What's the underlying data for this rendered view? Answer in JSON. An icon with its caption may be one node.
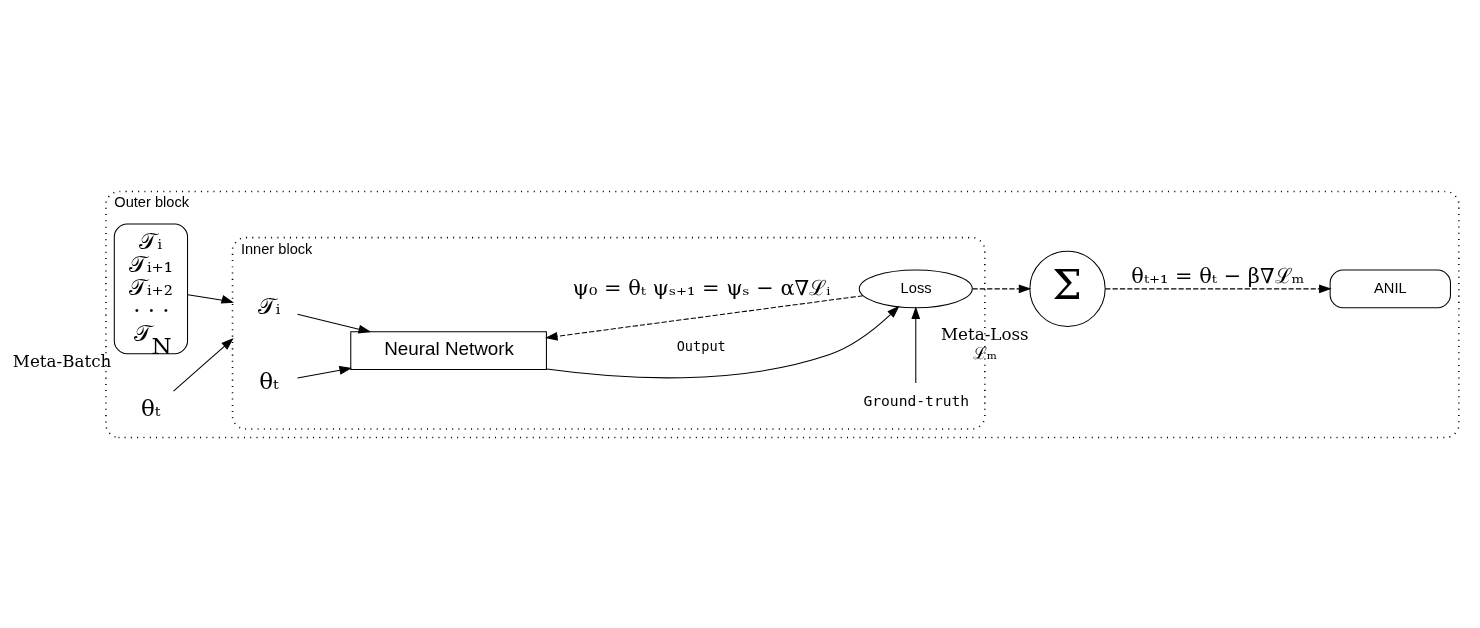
{
  "diagram": {
    "nodes": [
      {
        "text": [
          "Outer block"
        ]
      },
      {
        "text": [
          "𝒯ᵢ",
          "𝒯ᵢ₊₁",
          "𝒯ᵢ₊₂",
          "· · ·",
          "𝒯$_{N}$"
        ],
        "in": 0,
        "beside": [
          "Meta-Batch"
        ]
      },
      {
        "text": [
          "θₜ"
        ],
        "in": 0
      },
      {
        "text": [
          "Inner block"
        ],
        "in": 0
      },
      {
        "text": [
          "𝒯ᵢ"
        ],
        "in": 3
      },
      {
        "text": [
          "θₜ"
        ],
        "in": 3
      },
      {
        "text": [
          "Neural Network"
        ],
        "in": 3
      },
      {
        "text": [
          "Loss"
        ],
        "in": 3
      },
      {
        "text": [
          "Ground-truth"
        ],
        "in": 3
      },
      {
        "text": [
          "Σ"
        ],
        "in": 0,
        "beside": [
          "Meta-Loss",
          "ℒₘ"
        ]
      },
      {
        "text": [
          "ANIL"
        ],
        "in": 0
      }
    ],
    "edges": [
      {
        "from": 1,
        "to": 3,
        "arrow": "to"
      },
      {
        "from": 2,
        "to": 3,
        "arrow": "to"
      },
      {
        "from": 4,
        "to": 6,
        "arrow": "to"
      },
      {
        "from": 5,
        "to": 6,
        "arrow": "to"
      },
      {
        "from": 6,
        "to": 7,
        "arrow": "to",
        "label": "Output"
      },
      {
        "from": 7,
        "to": 6,
        "arrow": "to",
        "style": "dashed",
        "label": "ψ₀ = θₜ ψₛ₊₁ = ψₛ − α∇ℒᵢ"
      },
      {
        "from": 8,
        "to": 7,
        "arrow": "to"
      },
      {
        "from": 7,
        "to": 9,
        "arrow": "to",
        "style": "dashed"
      },
      {
        "from": 9,
        "to": 10,
        "arrow": "to",
        "style": "dashed",
        "label": "θₜ₊₁ = θₜ − β∇ℒₘ"
      }
    ]
  }
}
